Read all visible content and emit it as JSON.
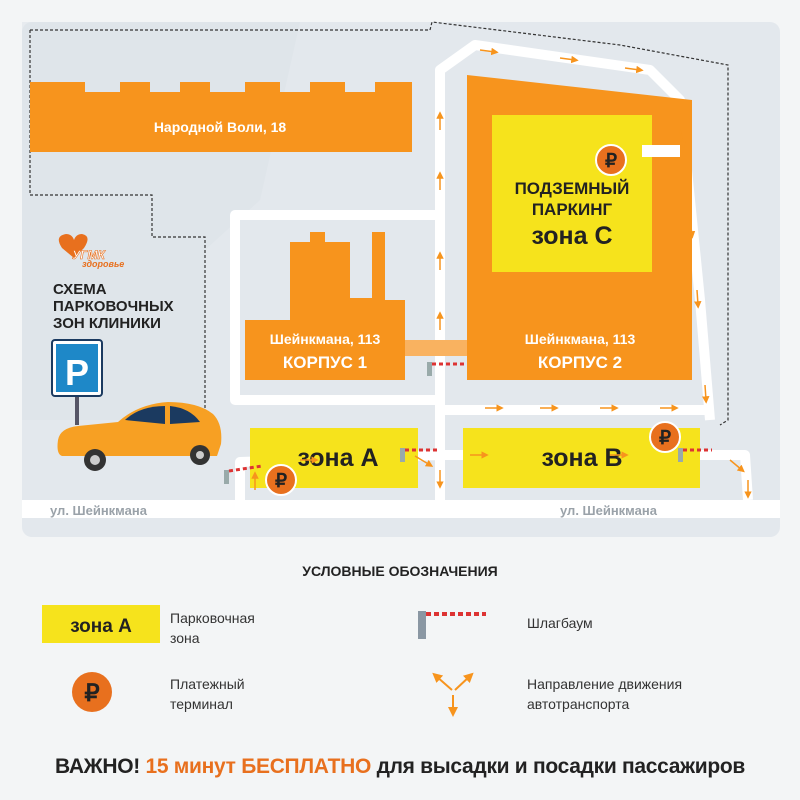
{
  "map": {
    "building_top": "Народной Воли, 18",
    "korpus1": {
      "address": "Шейнкмана, 113",
      "name": "КОРПУС 1"
    },
    "korpus2": {
      "address": "Шейнкмана, 113",
      "name": "КОРПУС 2"
    },
    "parking_c": {
      "line1": "ПОДЗЕМНЫЙ",
      "line2": "ПАРКИНГ",
      "line3": "зона С"
    },
    "zone_a": "зона А",
    "zone_b": "зона В",
    "street_left": "ул. Шейнкмана",
    "street_right": "ул. Шейнкмана",
    "logo": {
      "line1": "УГМК",
      "line2": "здоровье"
    },
    "title": [
      "СХЕМА",
      "ПАРКОВОЧНЫХ",
      "ЗОН КЛИНИКИ"
    ],
    "parking_sign": "P",
    "ruble": "₽"
  },
  "colors": {
    "building": "#f7941d",
    "zone": "#f6e31c",
    "map_bg": "#e3e8ed",
    "road": "#ffffff",
    "sign": "#1e88c8"
  },
  "legend": {
    "title": "УСЛОВНЫЕ ОБОЗНАЧЕНИЯ",
    "zone_sample": "зона А",
    "zone_label": [
      "Парковочная",
      "зона"
    ],
    "barrier_label": "Шлагбаум",
    "terminal_label": [
      "Платежный",
      "терминал"
    ],
    "direction_label": [
      "Направление движения",
      "автотранспорта"
    ]
  },
  "notice": {
    "part1": "ВАЖНО!",
    "part2": "15 минут БЕСПЛАТНО",
    "part3": "для высадки и посадки пассажиров"
  }
}
